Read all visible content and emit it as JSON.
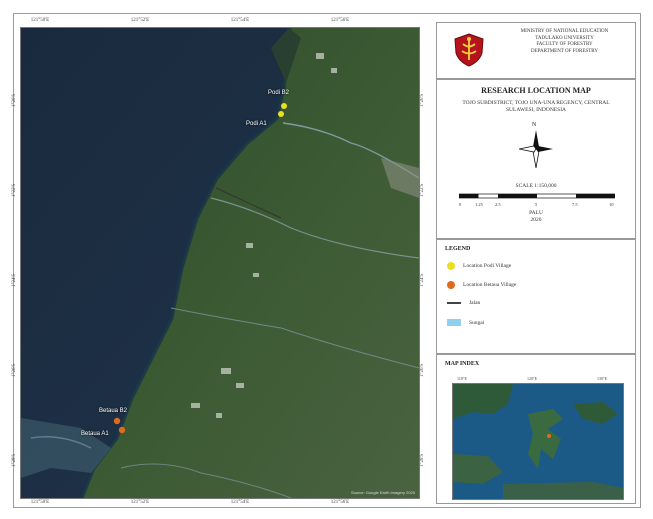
{
  "institution": {
    "lines": [
      "MINISTRY OF NATIONAL EDUCATION",
      "TADULAKO UNIVERSITY",
      "FACULTY OF FORESTRY",
      "DEPARTMENT OF FORESTRY"
    ],
    "logo": "university-seal-icon"
  },
  "map_title": {
    "title": "RESEARCH LOCATION MAP",
    "subtitle": "TOJO SUBDISTRICT, TOJO UNA-UNA REGENCY, CENTRAL SULAWESI, INDONESIA",
    "north_label": "N",
    "scale_text": "SCALE 1:150,000",
    "scale_labels": [
      "0",
      "1.25",
      "2.5",
      "5",
      "7.5",
      "10"
    ],
    "place": "PALU",
    "year": "2020"
  },
  "legend": {
    "title": "LEGEND",
    "items": [
      {
        "label": "Location Podi Village",
        "color": "#e8e020",
        "symbol": "dot"
      },
      {
        "label": "Location Betaua Village",
        "color": "#e06a1a",
        "symbol": "dot"
      },
      {
        "label": "Jalan",
        "color": "#444444",
        "symbol": "line"
      },
      {
        "label": "Sungai",
        "color": "#8fd0f0",
        "symbol": "rect"
      }
    ]
  },
  "map": {
    "labels": [
      {
        "text": "Podi B2",
        "group": "podi"
      },
      {
        "text": "Podi A1",
        "group": "podi"
      },
      {
        "text": "Betaua B2",
        "group": "betaua"
      },
      {
        "text": "Betaua A1",
        "group": "betaua"
      }
    ],
    "credit": "Source: Google Earth Imagery 2020",
    "lon_ticks": [
      "121°50'E",
      "121°52'E",
      "121°54'E",
      "121°56'E"
    ],
    "lat_ticks": [
      "1°20'S",
      "1°22'S",
      "1°24'S",
      "1°26'S",
      "1°28'S"
    ]
  },
  "map_index": {
    "title": "MAP INDEX",
    "lon_ticks": [
      "110°E",
      "120°E",
      "130°E"
    ]
  }
}
